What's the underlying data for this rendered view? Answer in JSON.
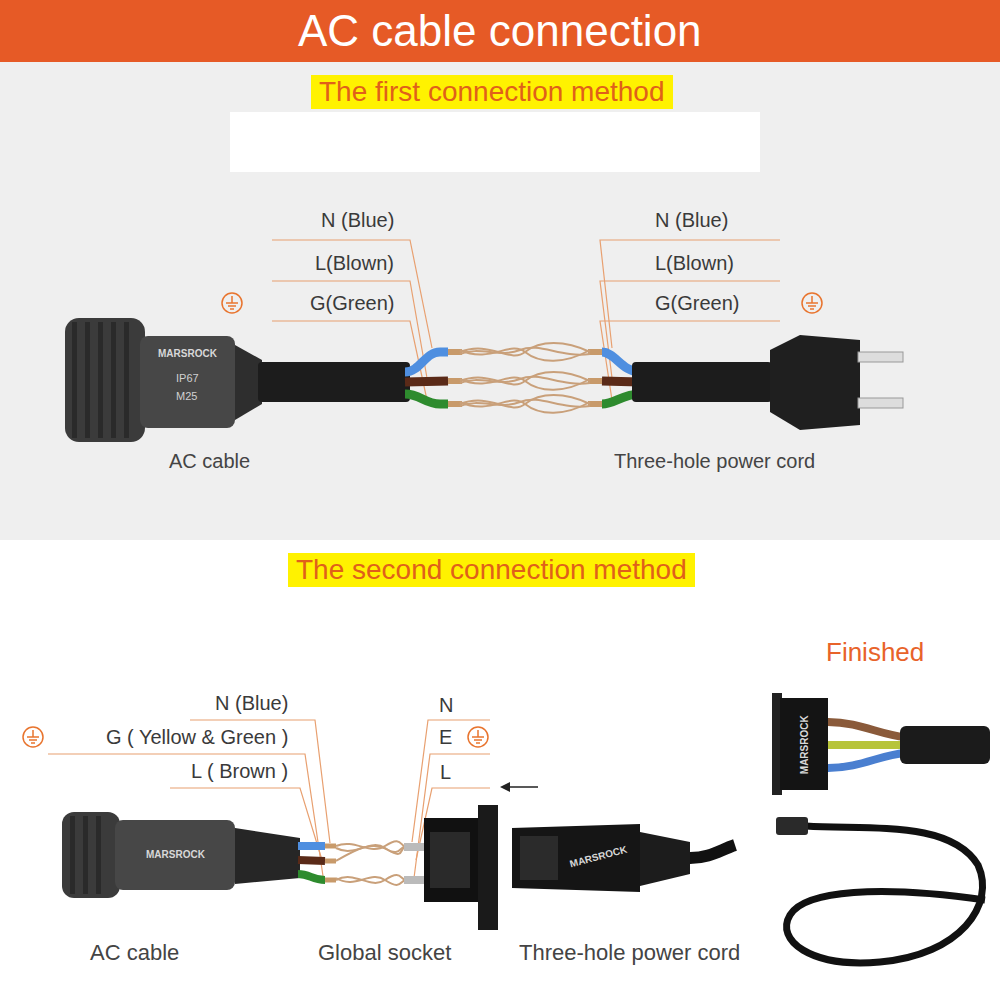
{
  "diagram": {
    "title": "AC cable connection",
    "nodes": [
      {
        "text": [
          "The first connection method"
        ]
      },
      {
        "text": [
          "The second connection method"
        ]
      }
    ],
    "labels": [
      "N (Blue)",
      "L(Blown)",
      "G(Green)",
      "N (Blue)",
      "L(Blown)",
      "G(Green)",
      "AC cable",
      "Three-hole power cord",
      "N (Blue)",
      "G ( Yellow & Green )",
      "L ( Brown )",
      "N",
      "E",
      "L",
      "AC cable",
      "Global socket",
      "Three-hole power cord",
      "Finished",
      "IP67",
      "M25",
      "MARSROCK",
      "MARSROCK",
      "MARSROCK",
      "MARSROCK"
    ]
  }
}
